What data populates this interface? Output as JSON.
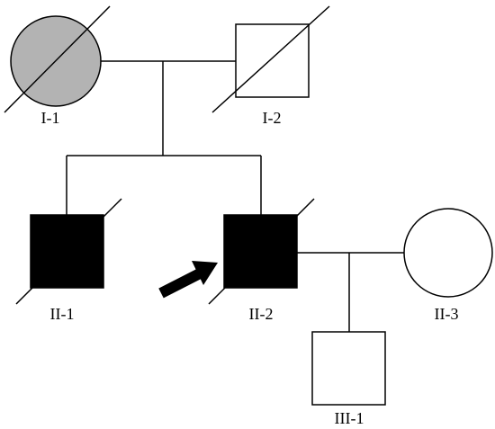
{
  "colors": {
    "line": "#000000",
    "affected": "#000000",
    "carrier": "#b3b3b3",
    "unaffected": "#ffffff",
    "background": "#ffffff"
  },
  "individuals": [
    {
      "id": "I-1",
      "label": "I-1",
      "sex": "female",
      "status": "carrier",
      "deceased": true
    },
    {
      "id": "I-2",
      "label": "I-2",
      "sex": "male",
      "status": "unaffected",
      "deceased": true
    },
    {
      "id": "II-1",
      "label": "II-1",
      "sex": "male",
      "status": "affected",
      "deceased": true
    },
    {
      "id": "II-2",
      "label": "II-2",
      "sex": "male",
      "status": "affected",
      "deceased": true,
      "proband": true
    },
    {
      "id": "II-3",
      "label": "II-3",
      "sex": "female",
      "status": "unaffected",
      "deceased": false
    },
    {
      "id": "III-1",
      "label": "III-1",
      "sex": "male",
      "status": "unaffected",
      "deceased": false
    }
  ],
  "unions": [
    {
      "partners": [
        "I-1",
        "I-2"
      ],
      "children": [
        "II-1",
        "II-2"
      ]
    },
    {
      "partners": [
        "II-2",
        "II-3"
      ],
      "children": [
        "III-1"
      ]
    }
  ],
  "proband_arrow_icon": "arrow-right-up-icon"
}
